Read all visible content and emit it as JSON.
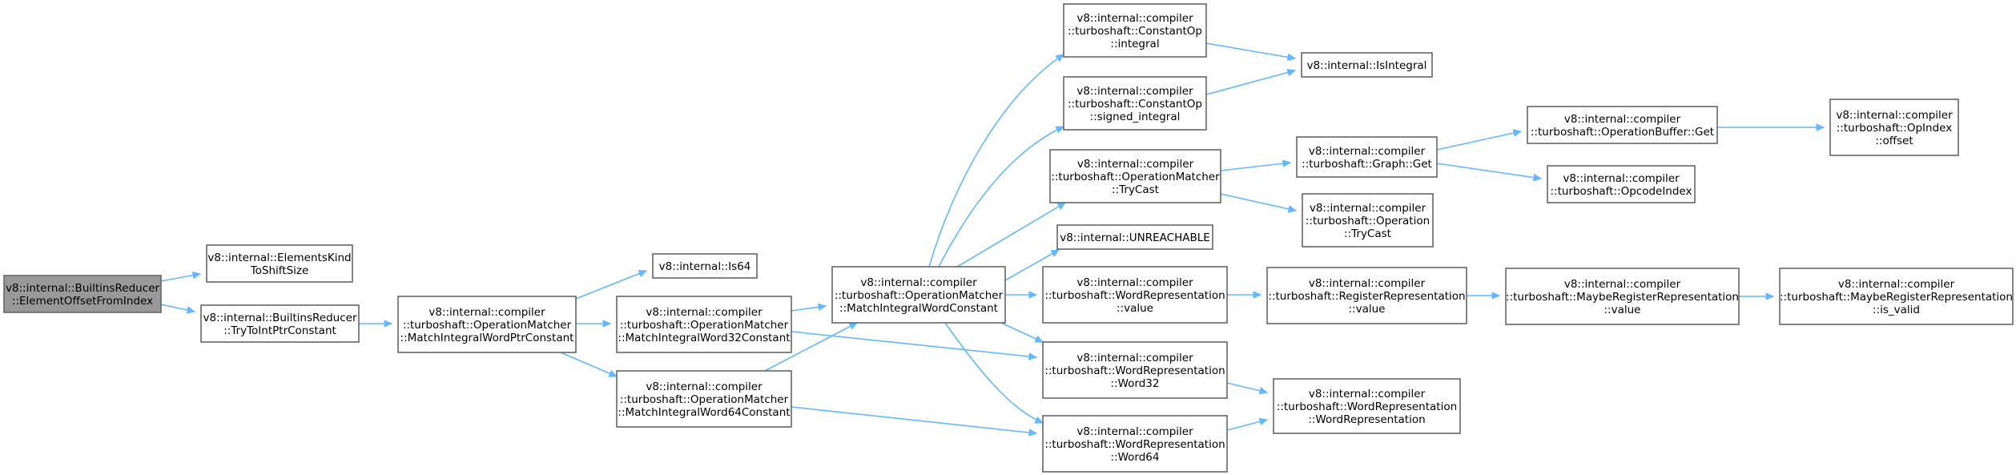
{
  "nodes": {
    "root": [
      "v8::internal::BuiltinsReducer",
      "::ElementOffsetFromIndex"
    ],
    "eksts": [
      "v8::internal::ElementsKind",
      "ToShiftSize"
    ],
    "ttipc": [
      "v8::internal::BuiltinsReducer",
      "::TryToIntPtrConstant"
    ],
    "miwpc": [
      "v8::internal::compiler",
      "::turboshaft::OperationMatcher",
      "::MatchIntegralWordPtrConstant"
    ],
    "is64": [
      "v8::internal::Is64"
    ],
    "miw32": [
      "v8::internal::compiler",
      "::turboshaft::OperationMatcher",
      "::MatchIntegralWord32Constant"
    ],
    "miw64": [
      "v8::internal::compiler",
      "::turboshaft::OperationMatcher",
      "::MatchIntegralWord64Constant"
    ],
    "miwc": [
      "v8::internal::compiler",
      "::turboshaft::OperationMatcher",
      "::MatchIntegralWordConstant"
    ],
    "coint": [
      "v8::internal::compiler",
      "::turboshaft::ConstantOp",
      "::integral"
    ],
    "cosint": [
      "v8::internal::compiler",
      "::turboshaft::ConstantOp",
      "::signed_integral"
    ],
    "omtc": [
      "v8::internal::compiler",
      "::turboshaft::OperationMatcher",
      "::TryCast"
    ],
    "unreach": [
      "v8::internal::UNREACHABLE"
    ],
    "wrval": [
      "v8::internal::compiler",
      "::turboshaft::WordRepresentation",
      "::value"
    ],
    "wrw32": [
      "v8::internal::compiler",
      "::turboshaft::WordRepresentation",
      "::Word32"
    ],
    "wrw64": [
      "v8::internal::compiler",
      "::turboshaft::WordRepresentation",
      "::Word64"
    ],
    "isint": [
      "v8::internal::IsIntegral"
    ],
    "gget": [
      "v8::internal::compiler",
      "::turboshaft::Graph::Get"
    ],
    "optc": [
      "v8::internal::compiler",
      "::turboshaft::Operation",
      "::TryCast"
    ],
    "rrval": [
      "v8::internal::compiler",
      "::turboshaft::RegisterRepresentation",
      "::value"
    ],
    "wrwr": [
      "v8::internal::compiler",
      "::turboshaft::WordRepresentation",
      "::WordRepresentation"
    ],
    "obget": [
      "v8::internal::compiler",
      "::turboshaft::OperationBuffer::Get"
    ],
    "opidx": [
      "v8::internal::compiler",
      "::turboshaft::OpcodeIndex"
    ],
    "mrrval": [
      "v8::internal::compiler",
      "::turboshaft::MaybeRegisterRepresentation",
      "::value"
    ],
    "oiofs": [
      "v8::internal::compiler",
      "::turboshaft::OpIndex",
      "::offset"
    ],
    "mrrvalid": [
      "v8::internal::compiler",
      "::turboshaft::MaybeRegisterRepresentation",
      "::is_valid"
    ]
  },
  "edges": [
    [
      "root",
      "eksts"
    ],
    [
      "root",
      "ttipc"
    ],
    [
      "ttipc",
      "miwpc"
    ],
    [
      "miwpc",
      "is64"
    ],
    [
      "miwpc",
      "miw32"
    ],
    [
      "miwpc",
      "miw64"
    ],
    [
      "miw32",
      "miwc"
    ],
    [
      "miw32",
      "wrw32"
    ],
    [
      "miw64",
      "miwc"
    ],
    [
      "miw64",
      "wrw64"
    ],
    [
      "miwc",
      "coint"
    ],
    [
      "miwc",
      "cosint"
    ],
    [
      "miwc",
      "omtc"
    ],
    [
      "miwc",
      "unreach"
    ],
    [
      "miwc",
      "wrval"
    ],
    [
      "miwc",
      "wrw32"
    ],
    [
      "miwc",
      "wrw64"
    ],
    [
      "coint",
      "isint"
    ],
    [
      "cosint",
      "isint"
    ],
    [
      "omtc",
      "gget"
    ],
    [
      "omtc",
      "optc"
    ],
    [
      "gget",
      "obget"
    ],
    [
      "gget",
      "opidx"
    ],
    [
      "obget",
      "oiofs"
    ],
    [
      "wrval",
      "rrval"
    ],
    [
      "rrval",
      "mrrval"
    ],
    [
      "mrrval",
      "mrrvalid"
    ],
    [
      "wrw32",
      "wrwr"
    ],
    [
      "wrw64",
      "wrwr"
    ]
  ]
}
